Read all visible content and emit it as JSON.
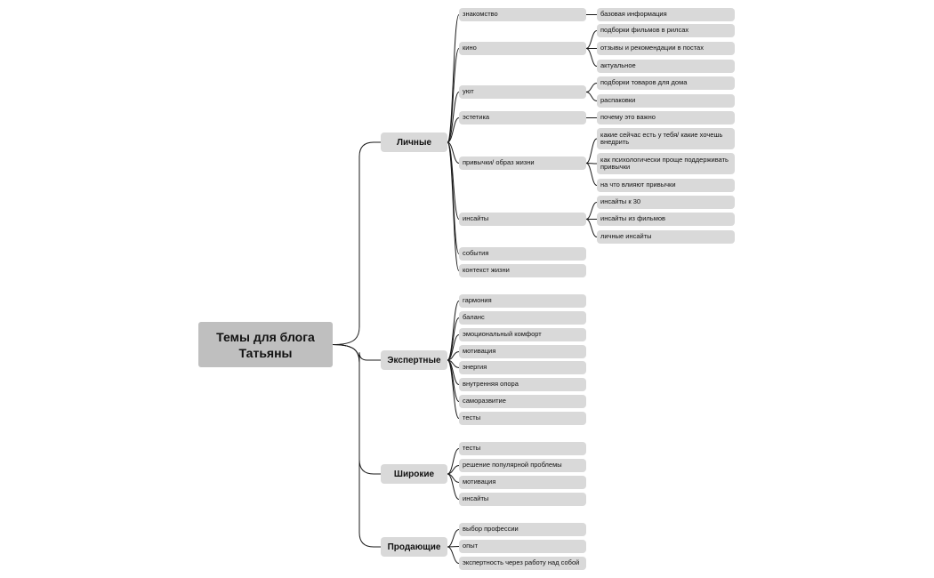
{
  "root": {
    "label": "Темы для блога Татьяны"
  },
  "branches": [
    {
      "label": "Личные",
      "items": [
        {
          "label": "знакомство",
          "children": [
            "базовая информация"
          ]
        },
        {
          "label": "кино",
          "children": [
            "подборки фильмов в рилсах",
            "отзывы и рекомендации в постах",
            "актуальное"
          ]
        },
        {
          "label": "уют",
          "children": [
            "подборки товаров для дома",
            "распаковки"
          ]
        },
        {
          "label": "эстетика",
          "children": [
            "почему это важно"
          ]
        },
        {
          "label": "привычки/ образ жизни",
          "children": [
            "какие сейчас есть у тебя/ какие хочешь внедрить",
            "как психологически проще поддерживать привычки",
            "на что влияют привычки"
          ]
        },
        {
          "label": "инсайты",
          "children": [
            "инсайты к 30",
            "инсайты из фильмов",
            "личные инсайты"
          ]
        },
        {
          "label": "события",
          "children": []
        },
        {
          "label": "контекст жизни",
          "children": []
        }
      ]
    },
    {
      "label": "Экспертные",
      "items": [
        {
          "label": "гармония",
          "children": []
        },
        {
          "label": "баланс",
          "children": []
        },
        {
          "label": "эмоциональный комфорт",
          "children": []
        },
        {
          "label": "мотивация",
          "children": []
        },
        {
          "label": "энергия",
          "children": []
        },
        {
          "label": "внутренняя опора",
          "children": []
        },
        {
          "label": "саморазвитие",
          "children": []
        },
        {
          "label": "тесты",
          "children": []
        }
      ]
    },
    {
      "label": "Широкие",
      "items": [
        {
          "label": "тесты",
          "children": []
        },
        {
          "label": "решение популярной проблемы",
          "children": []
        },
        {
          "label": "мотивация",
          "children": []
        },
        {
          "label": "инсайты",
          "children": []
        }
      ]
    },
    {
      "label": "Продающие",
      "items": [
        {
          "label": "выбор профессии",
          "children": []
        },
        {
          "label": "опыт",
          "children": []
        },
        {
          "label": "экспертность через работу над собой",
          "children": []
        }
      ]
    }
  ]
}
